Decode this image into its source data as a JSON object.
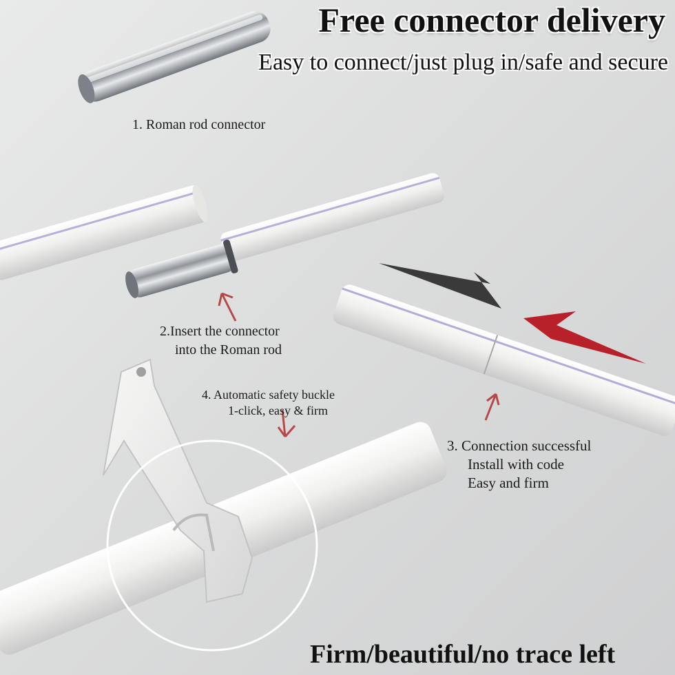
{
  "header": {
    "title": "Free connector delivery",
    "subtitle": "Easy to connect/just plug in/safe and secure"
  },
  "steps": {
    "step1": "1. Roman rod connector",
    "step2_line1": "2.Insert the connector",
    "step2_line2": "into the Roman rod",
    "step4_line1": "4. Automatic safety buckle",
    "step4_line2": "1-click, easy & firm",
    "step3_line1": "3. Connection successful",
    "step3_line2": "Install with code",
    "step3_line3": "Easy and firm"
  },
  "footer": {
    "slogan": "Firm/beautiful/no trace left"
  },
  "colors": {
    "rod": "#eeeeeb",
    "rod_stripe": "#a59fd2",
    "metal": "#b9bdc2",
    "arrow": "#b84848",
    "check_dark": "#3a3a3a",
    "check_red": "#b8202a"
  },
  "icons": [
    "metal-connector-icon",
    "dark-check-icon",
    "red-check-icon",
    "up-arrow-icon",
    "down-arrow-icon",
    "bracket-icon",
    "magnifier-circle-icon"
  ]
}
